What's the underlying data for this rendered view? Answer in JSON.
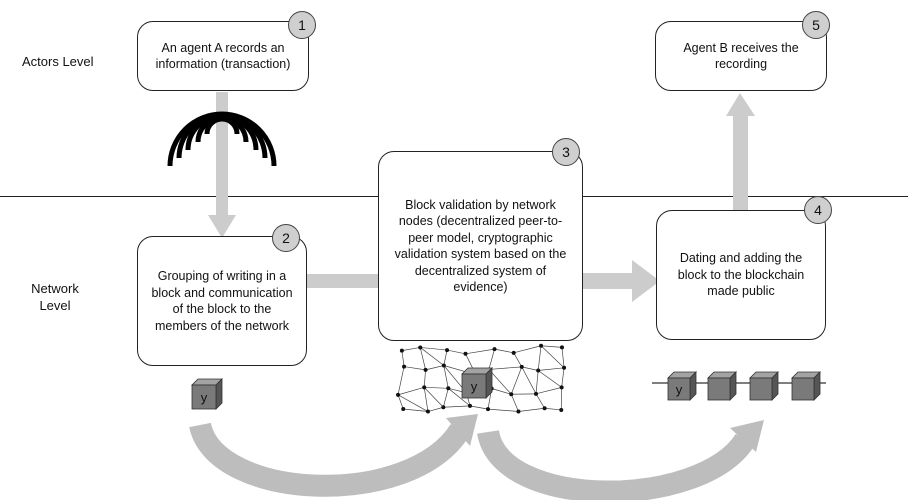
{
  "levels": {
    "actors": "Actors Level",
    "network_line1": "Network",
    "network_line2": "Level"
  },
  "steps": [
    {
      "number": "1",
      "text": "An agent A records an information (transaction)"
    },
    {
      "number": "2",
      "text": "Grouping of writing in a block and communication of the block to the members of the network"
    },
    {
      "number": "3",
      "text": "Block validation by network nodes (decentralized peer-to-peer model, cryptographic validation system based on the decentralized system of evidence)"
    },
    {
      "number": "4",
      "text": "Dating and adding the block to the blockchain made public"
    },
    {
      "number": "5",
      "text": "Agent B receives the recording"
    }
  ],
  "block_label": "y",
  "colors": {
    "arrow": "#cccccc",
    "cube_front": "#7a7a7a",
    "cube_top": "#a3a3a3",
    "cube_side": "#555555",
    "badge": "#cfcfcf"
  }
}
